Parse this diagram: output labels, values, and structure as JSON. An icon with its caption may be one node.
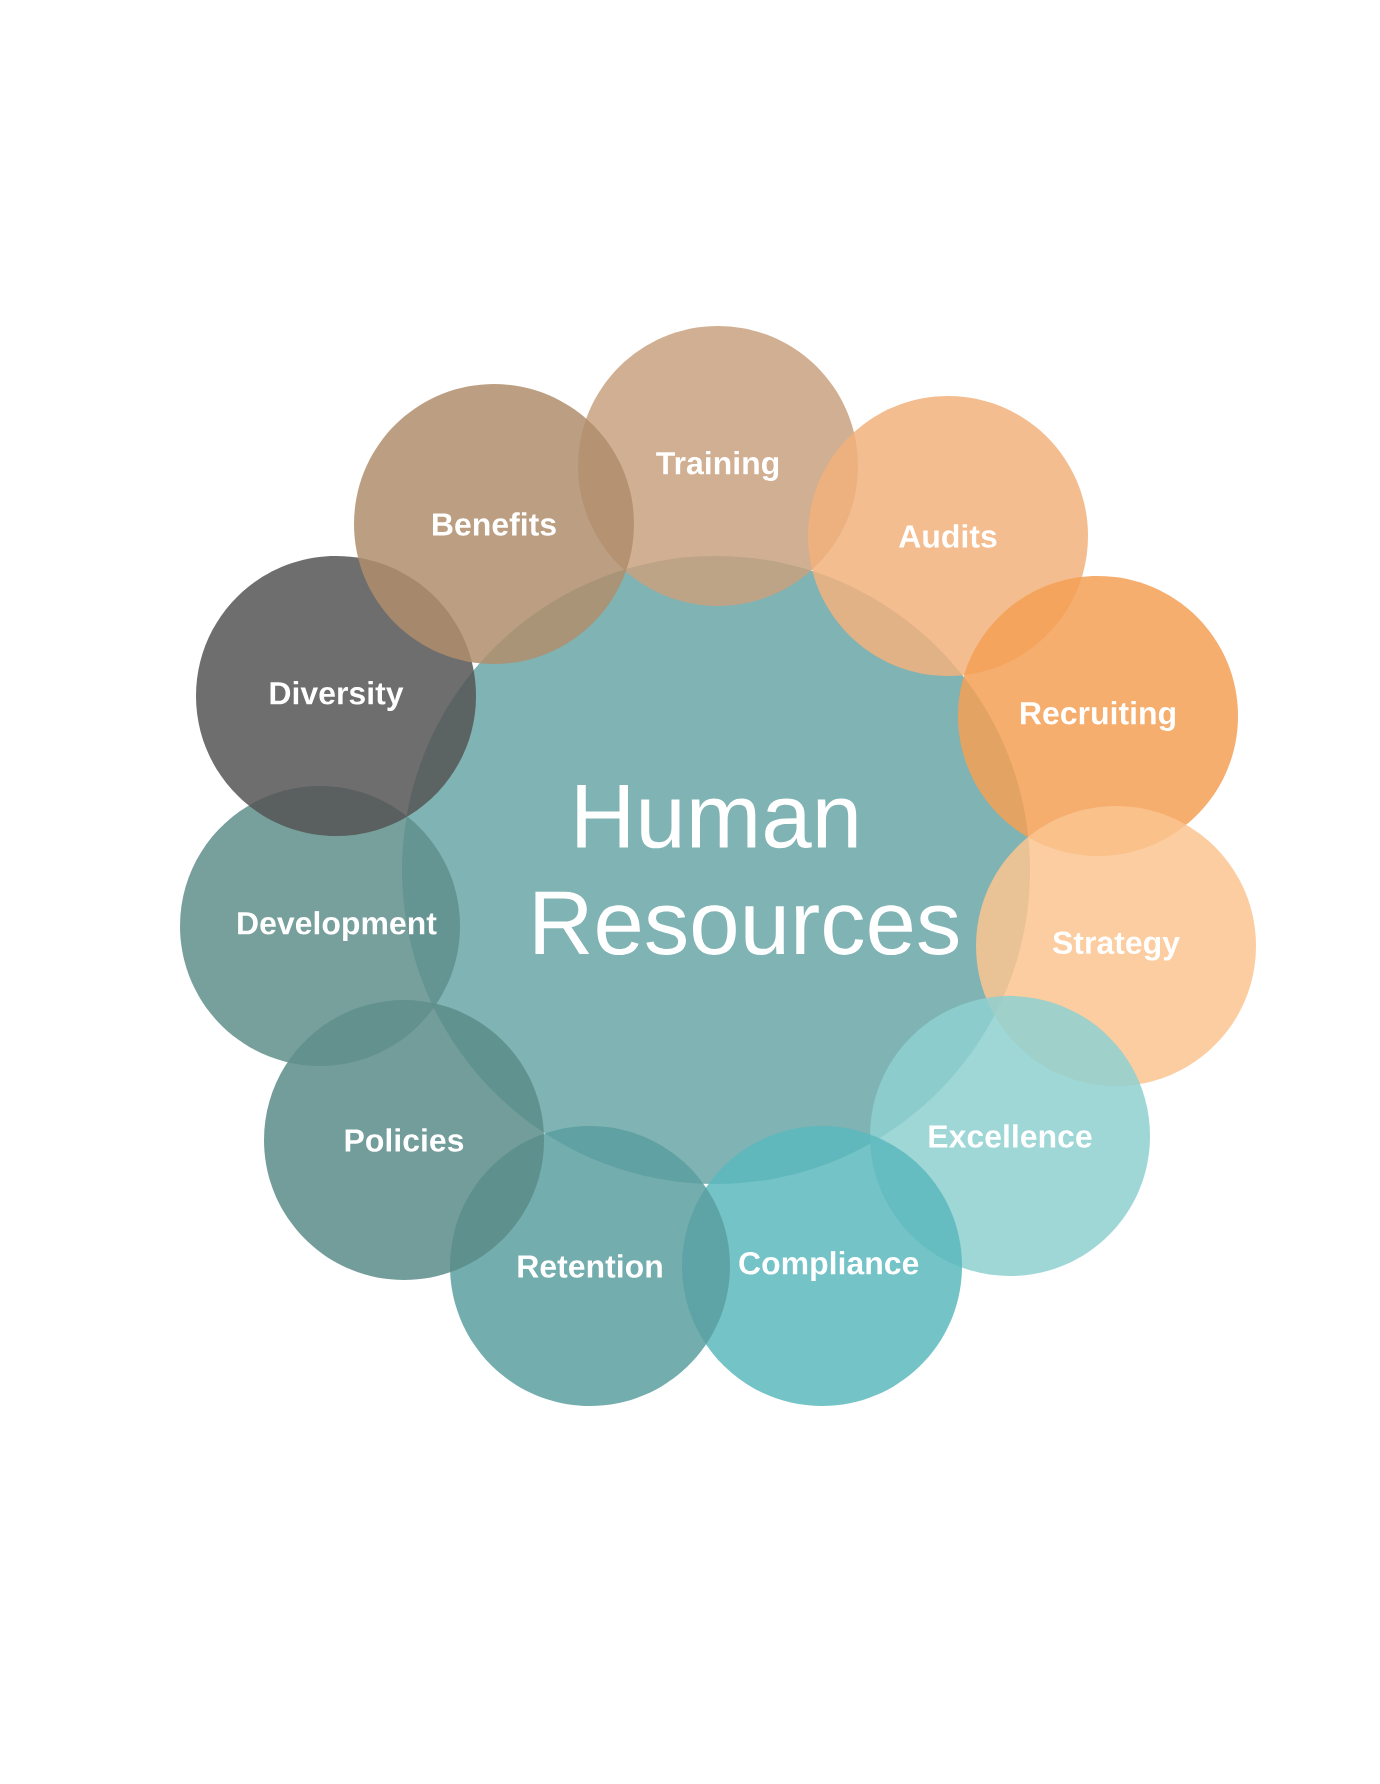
{
  "diagram": {
    "nodes": [
      {
        "text": [
          "Human Resources"
        ]
      },
      {
        "text": [
          "Training"
        ]
      },
      {
        "text": [
          "Audits"
        ]
      },
      {
        "text": [
          "Recruiting"
        ]
      },
      {
        "text": [
          "Strategy"
        ]
      },
      {
        "text": [
          "Excellence"
        ]
      },
      {
        "text": [
          "Compliance"
        ]
      },
      {
        "text": [
          "Retention"
        ]
      },
      {
        "text": [
          "Policies"
        ]
      },
      {
        "text": [
          "Development"
        ]
      },
      {
        "text": [
          "Diversity"
        ]
      },
      {
        "text": [
          "Benefits"
        ]
      }
    ]
  }
}
